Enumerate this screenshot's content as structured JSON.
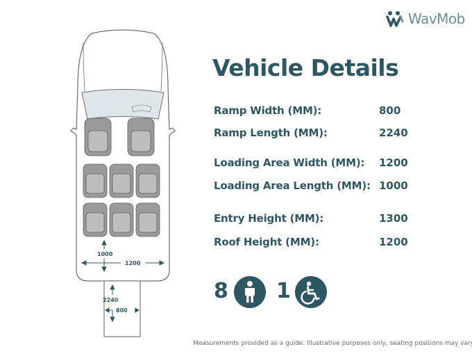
{
  "brand": {
    "name": "WavMob",
    "accent": "#2f5763",
    "logo_color": "#6d8e98"
  },
  "title": "Vehicle Details",
  "specs": [
    {
      "label": "Ramp Width (MM):",
      "value": "800"
    },
    {
      "label": "Ramp Length (MM):",
      "value": "2240"
    },
    {
      "label": "Loading Area Width (MM):",
      "value": "1200"
    },
    {
      "label": "Loading Area Length (MM):",
      "value": "1000"
    },
    {
      "label": "Entry Height (MM):",
      "value": "1300"
    },
    {
      "label": "Roof Height (MM):",
      "value": "1200"
    }
  ],
  "capacity": {
    "seated": "8",
    "seated_icon": "person-icon",
    "wheelchair": "1",
    "wheelchair_icon": "wheelchair-icon"
  },
  "diagram": {
    "loading_length": "1000",
    "loading_width": "1200",
    "ramp_length": "2240",
    "ramp_width": "800"
  },
  "footnote": "Measurements provided as a guide. Illustrative purposes only, seating positions may vary."
}
